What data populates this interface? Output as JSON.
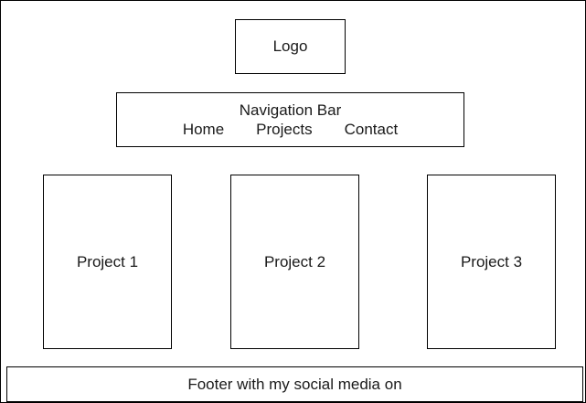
{
  "logo": {
    "label": "Logo"
  },
  "nav": {
    "title": "Navigation Bar",
    "links": [
      "Home",
      "Projects",
      "Contact"
    ]
  },
  "projects": [
    {
      "label": "Project 1"
    },
    {
      "label": "Project 2"
    },
    {
      "label": "Project 3"
    }
  ],
  "footer": {
    "label": "Footer with my social media on"
  },
  "colors": {
    "stroke": "#000000",
    "background": "#ffffff",
    "text": "#1a1a1a"
  }
}
